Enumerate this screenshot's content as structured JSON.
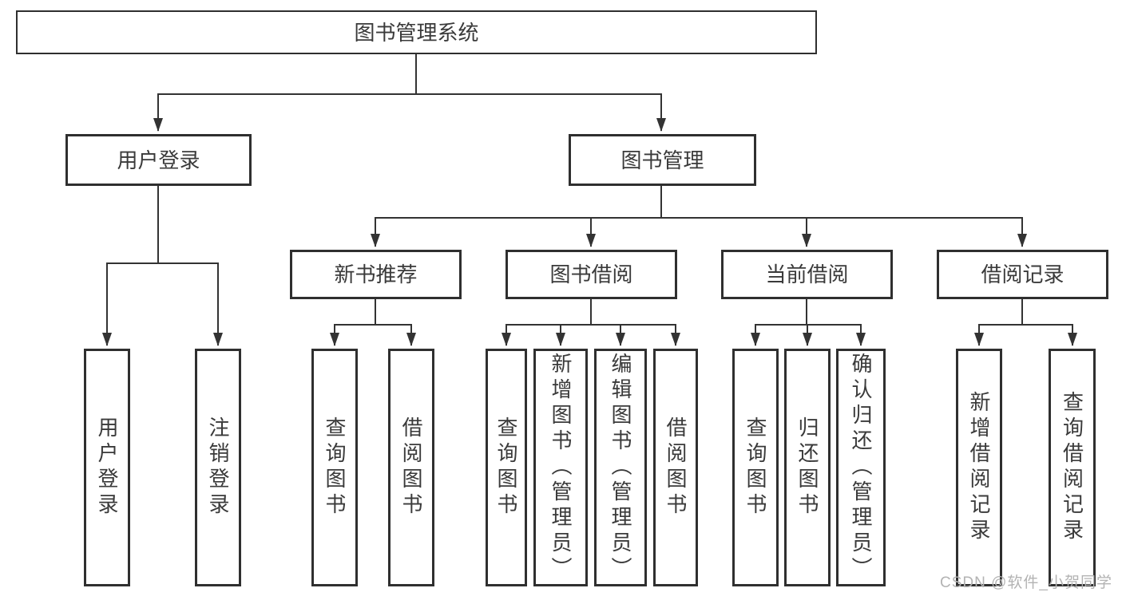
{
  "root": {
    "label": "图书管理系统"
  },
  "user_login": {
    "label": "用户登录",
    "children": [
      "用户登录",
      "注销登录"
    ]
  },
  "book_management": {
    "label": "图书管理"
  },
  "sections": [
    {
      "label": "新书推荐",
      "children": [
        "查询图书",
        "借阅图书"
      ]
    },
    {
      "label": "图书借阅",
      "children": [
        "查询图书",
        "新增图书（管理员）",
        "编辑图书（管理员）",
        "借阅图书"
      ]
    },
    {
      "label": "当前借阅",
      "children": [
        "查询图书",
        "归还图书",
        "确认归还（管理员）"
      ]
    },
    {
      "label": "借阅记录",
      "children": [
        "新增借阅记录",
        "查询借阅记录"
      ]
    }
  ],
  "watermark": "CSDN @软件_小贺同学",
  "colors": {
    "background": "#ffffff",
    "line": "#333333",
    "box_border": "#2f2f2f",
    "text": "#3a3a3a",
    "watermark": "#b3b3b3"
  }
}
